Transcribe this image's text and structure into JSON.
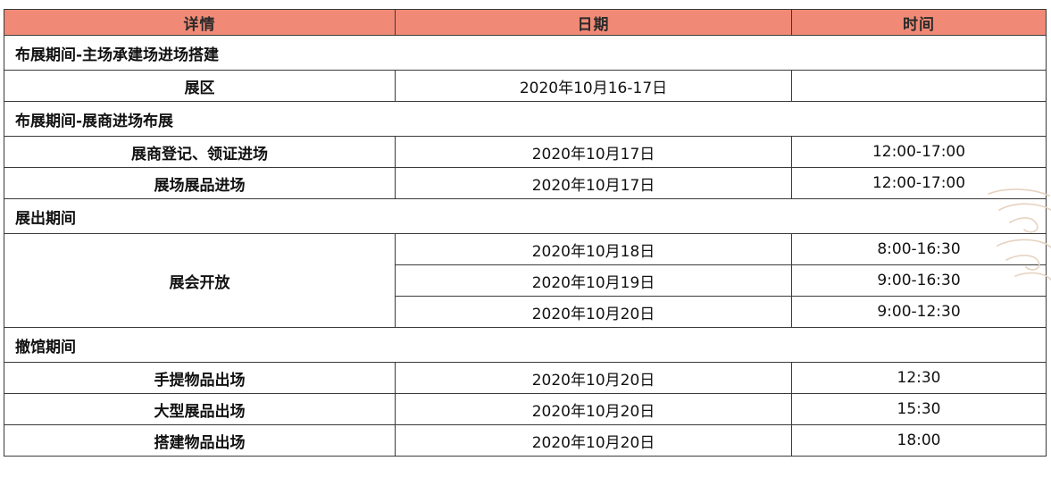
{
  "header": {
    "detail": "详情",
    "date": "日期",
    "time": "时间"
  },
  "sections": [
    {
      "title": "布展期间-主场承建场进场搭建",
      "rows": [
        {
          "detail": "展区",
          "date": "2020年10月16-17日",
          "time": ""
        }
      ]
    },
    {
      "title": "布展期间-展商进场布展",
      "rows": [
        {
          "detail": "展商登记、领证进场",
          "date": "2020年10月17日",
          "time": "12:00-17:00"
        },
        {
          "detail": "展场展品进场",
          "date": "2020年10月17日",
          "time": "12:00-17:00"
        }
      ]
    },
    {
      "title": "展出期间",
      "merged_detail": "展会开放",
      "rows": [
        {
          "date": "2020年10月18日",
          "time": "8:00-16:30"
        },
        {
          "date": "2020年10月19日",
          "time": "9:00-16:30"
        },
        {
          "date": "2020年10月20日",
          "time": "9:00-12:30"
        }
      ]
    },
    {
      "title": "撤馆期间",
      "rows": [
        {
          "detail": "手提物品出场",
          "date": "2020年10月20日",
          "time": "12:30"
        },
        {
          "detail": "大型展品出场",
          "date": "2020年10月20日",
          "time": "15:30"
        },
        {
          "detail": "搭建物品出场",
          "date": "2020年10月20日",
          "time": "18:00"
        }
      ]
    }
  ],
  "colors": {
    "header_bg": "#f08a76",
    "border": "#3a3a3a",
    "decoration": "#e6d2bf"
  },
  "decoration_icon": "cloud-swirl-icon"
}
